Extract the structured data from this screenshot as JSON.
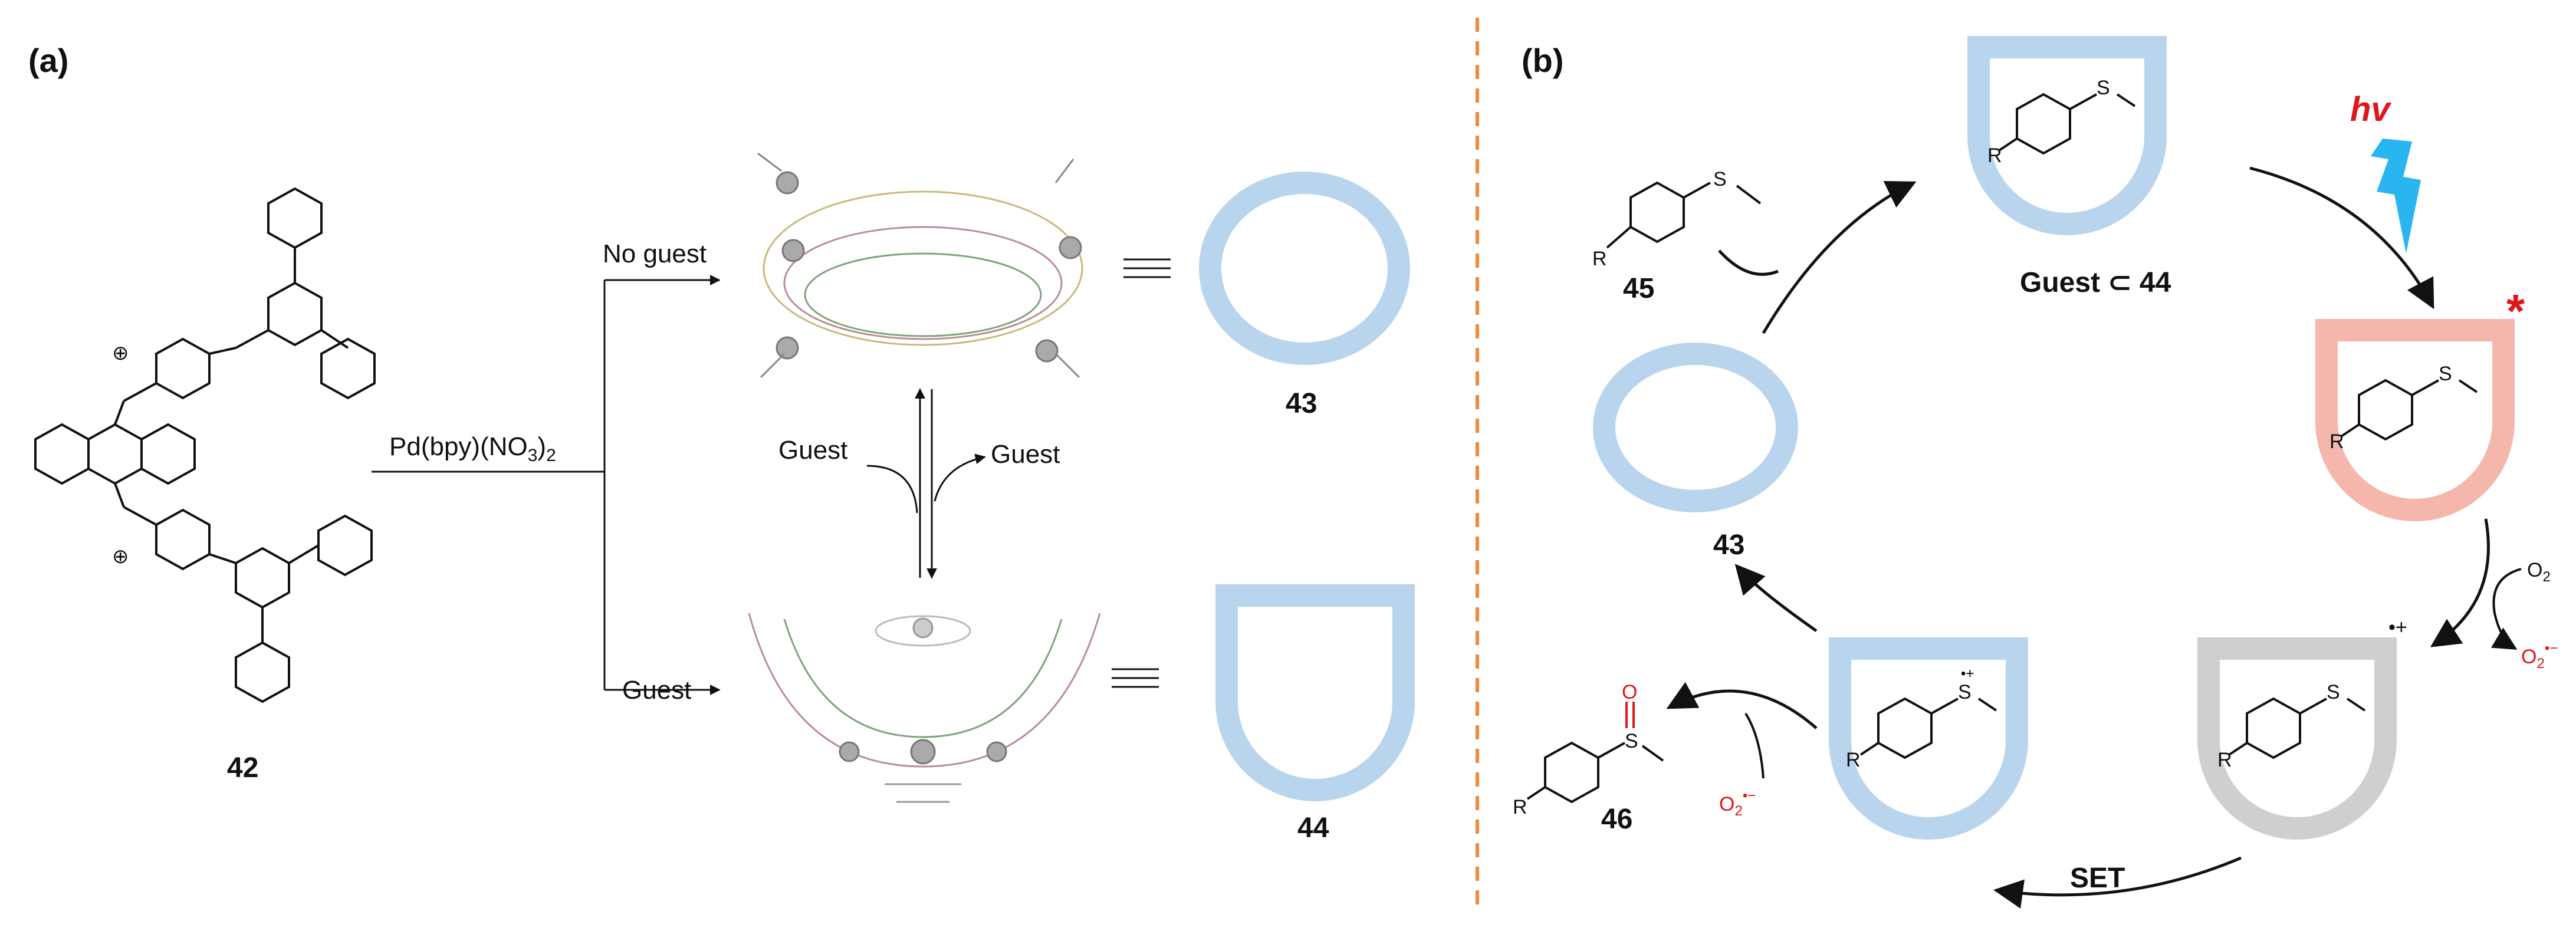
{
  "panel_a": {
    "label": "(a)",
    "compound_ligand": "42",
    "reagent": "Pd(bpy)(NO",
    "reagent_sub_3": "3",
    "reagent_close": ")",
    "reagent_sub_2": "2",
    "branch_top": "No guest",
    "branch_bottom": "Guest",
    "eq_guest_left": "Guest",
    "eq_guest_right": "Guest",
    "cage_open": "43",
    "cage_bowl": "44"
  },
  "panel_b": {
    "label": "(b)",
    "substrate": "45",
    "product": "46",
    "complex": "Guest ⊂ 44",
    "cage_empty": "43",
    "light": "hv",
    "excited": "*",
    "oxygen": "O",
    "oxygen_sub": "2",
    "superoxide": "O",
    "superoxide_sub": "2",
    "superoxide_sup": "•−",
    "radical_cation": "•+",
    "step_set": "SET",
    "r_group": "R",
    "sulfur": "S",
    "oxo": "O"
  },
  "colors": {
    "cage_blue": "#b9d5ee",
    "excited_pink": "#f5b6ab",
    "grey_cage": "#cfcfcf",
    "divider": "#f08a3c",
    "accent_red": "#e0161b",
    "bolt": "#29b6f0"
  }
}
